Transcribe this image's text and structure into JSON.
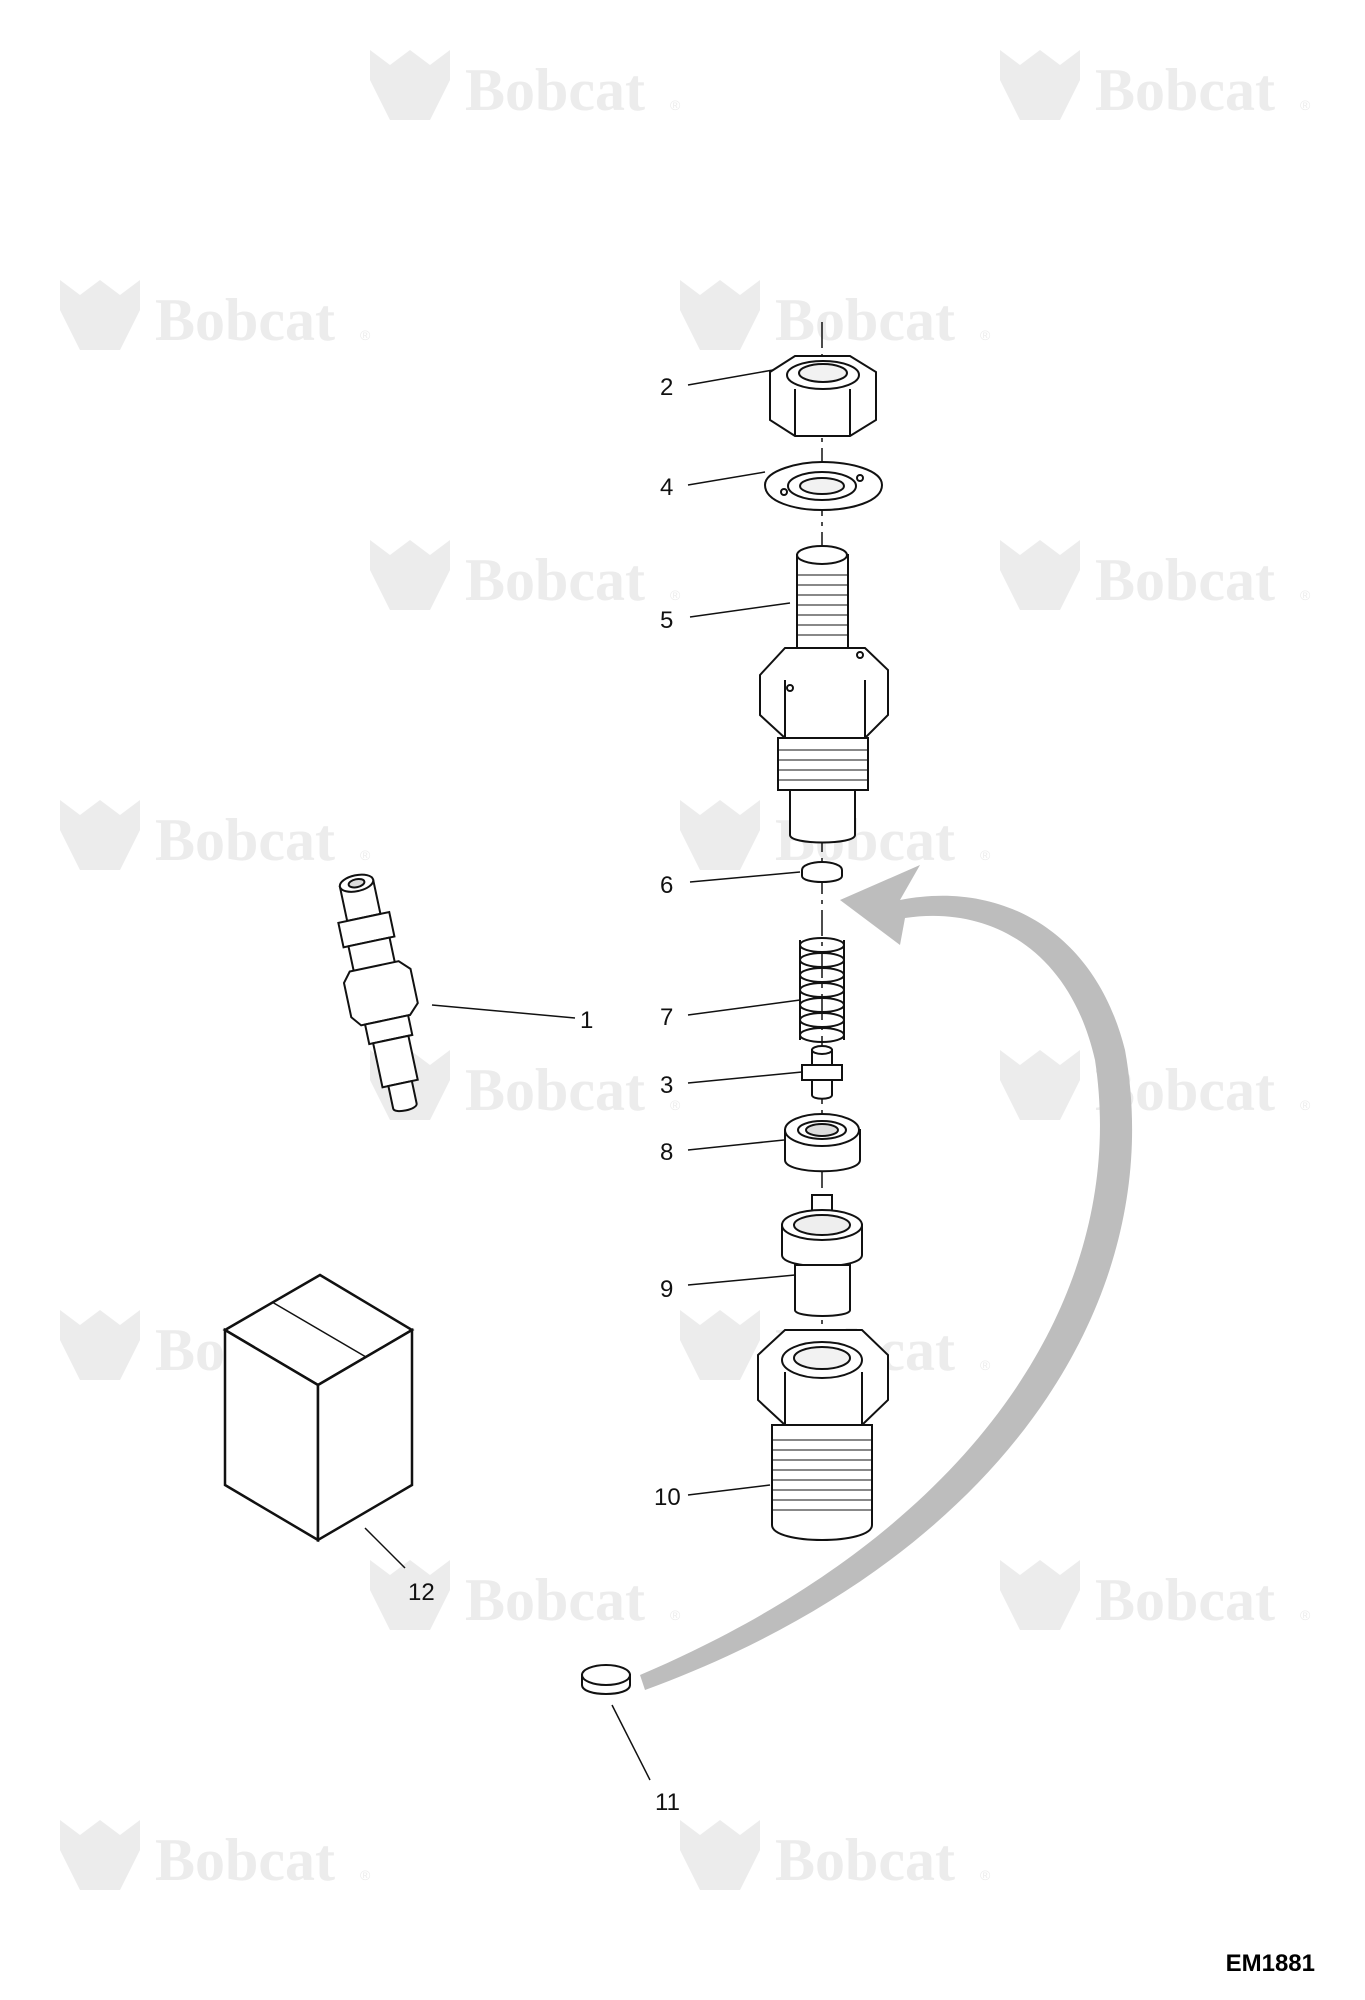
{
  "watermark": {
    "brand": "Bobcat",
    "reg": "®"
  },
  "figure_id": "EM1881",
  "callouts": [
    {
      "id": "c1",
      "label": "1"
    },
    {
      "id": "c2",
      "label": "2"
    },
    {
      "id": "c3",
      "label": "3"
    },
    {
      "id": "c4",
      "label": "4"
    },
    {
      "id": "c5",
      "label": "5"
    },
    {
      "id": "c6",
      "label": "6"
    },
    {
      "id": "c7",
      "label": "7"
    },
    {
      "id": "c8",
      "label": "8"
    },
    {
      "id": "c9",
      "label": "9"
    },
    {
      "id": "c10",
      "label": "10"
    },
    {
      "id": "c11",
      "label": "11"
    },
    {
      "id": "c12",
      "label": "12"
    }
  ],
  "colors": {
    "line": "#111111",
    "arrow": "#bdbdbd",
    "watermark": "#ececec"
  }
}
